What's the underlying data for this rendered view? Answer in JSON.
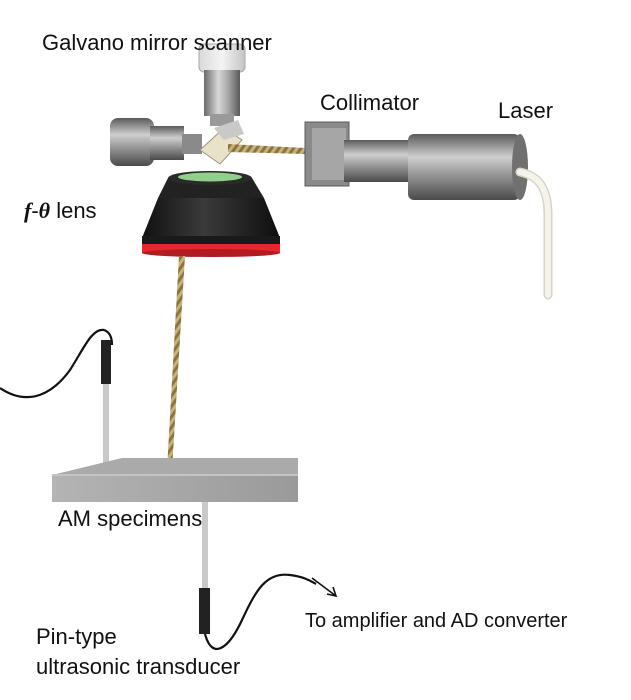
{
  "labels": {
    "galvano": "Galvano mirror scanner",
    "collimator": "Collimator",
    "laser": "Laser",
    "lens_symbol_f": "f",
    "lens_symbol_dash": "-",
    "lens_symbol_theta": "θ",
    "lens_word": "lens",
    "specimens": "AM specimens",
    "amplifier": "To amplifier and AD converter",
    "transducer_line1": "Pin-type",
    "transducer_line2": "ultrasonic transducer"
  },
  "colors": {
    "metal_light": "#c8c8c8",
    "metal_dark": "#6e6e6e",
    "lens_body": "#1c1c1c",
    "lens_band": "#e8262b",
    "lens_glass": "#8fd08a",
    "beam": "#b8a060",
    "specimen_top": "#a8a8a8",
    "specimen_side": "#8a8a8a",
    "cable_white": "#f2efe6",
    "wire": "#111111"
  }
}
